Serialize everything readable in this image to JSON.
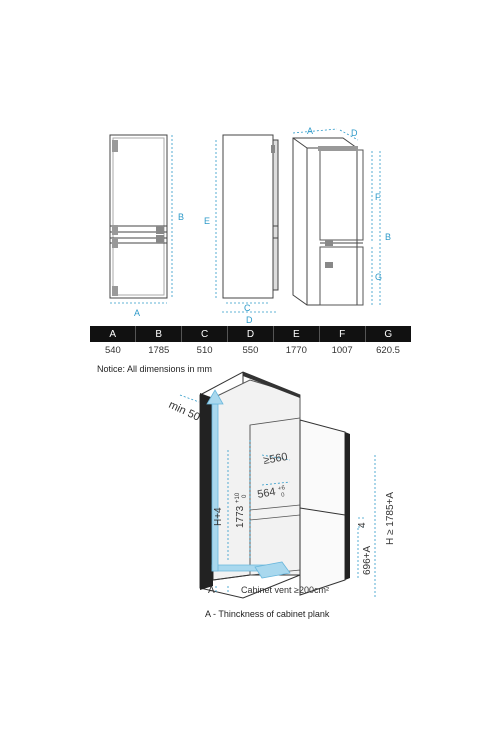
{
  "top_views": {
    "label_a": "A",
    "label_b": "B",
    "label_c": "C",
    "label_d": "D",
    "label_e": "E",
    "label_f": "F",
    "label_g": "G"
  },
  "dimension_table": {
    "headers": [
      "A",
      "B",
      "C",
      "D",
      "E",
      "F",
      "G"
    ],
    "values": [
      "540",
      "1785",
      "510",
      "550",
      "1770",
      "1007",
      "620.5"
    ]
  },
  "notice": "Notice: All dimensions in mm",
  "install_diagram": {
    "min_label": "min 50",
    "h4_label": "H+4",
    "dim_1773": "1773",
    "dim_1773_tol": "+10",
    "dim_1773_tol2": "0",
    "dim_560": "≥560",
    "dim_564": "564",
    "dim_564_tol": "+6",
    "dim_564_tol2": "0",
    "dim_4": "4",
    "dim_696": "696+A",
    "dim_h": "H ≥ 1785+A",
    "label_a": "A",
    "vent_label": "Cabinet vent  ≥200cm²"
  },
  "caption": "A - Thinckness of cabinet plank",
  "colors": {
    "dimension": "#2e9ac9",
    "airflow": "#a9d8ee",
    "outline": "#333333"
  }
}
